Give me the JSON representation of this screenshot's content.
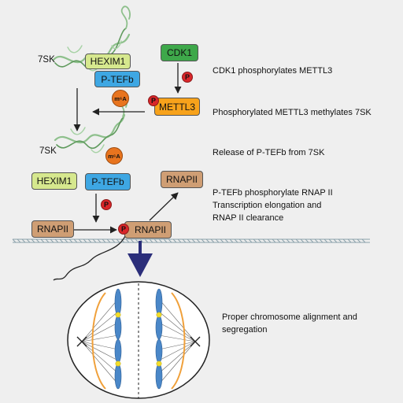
{
  "diagram": {
    "molecules": {
      "sk_top": "7SK",
      "sk_mid": "7SK",
      "hexim1_top": "HEXIM1",
      "ptefb_top": "P-TEFb",
      "cdk1": "CDK1",
      "mettl3": "METTL3",
      "hexim1_mid": "HEXIM1",
      "ptefb_mid": "P-TEFb",
      "rnapii_left": "RNAPII",
      "rnapii_center": "RNAPII",
      "rnapii_released": "RNAPII"
    },
    "marks": {
      "phospho": "P",
      "m6a": "m⁶A"
    },
    "annotations": {
      "step1": "CDK1 phosphorylates METTL3",
      "step2": "Phosphorylated METTL3 methylates 7SK",
      "step3": "Release of P-TEFb from 7SK",
      "step4_line1": "P-TEFb phosphorylate RNAP II",
      "step4_line2": "Transcription elongation and",
      "step4_line3": "RNAP II clearance",
      "step5_line1": "Proper chromosome alignment and",
      "step5_line2": "segregation"
    },
    "colors": {
      "background": "#efefef",
      "hexim1": "#d6e88e",
      "ptefb": "#3ea7e3",
      "cdk1": "#3ea84a",
      "mettl3": "#f7a21b",
      "rnapii": "#cf9e74",
      "phospho": "#d9262a",
      "m6a": "#e8741e",
      "rna_helix": "#8ec08c",
      "big_arrow": "#2b2e7a",
      "chromosome": "#4a87c8",
      "centromere": "#f2dd2a",
      "spindle_arc": "#f0a03a",
      "cell_outline": "#222222"
    }
  }
}
